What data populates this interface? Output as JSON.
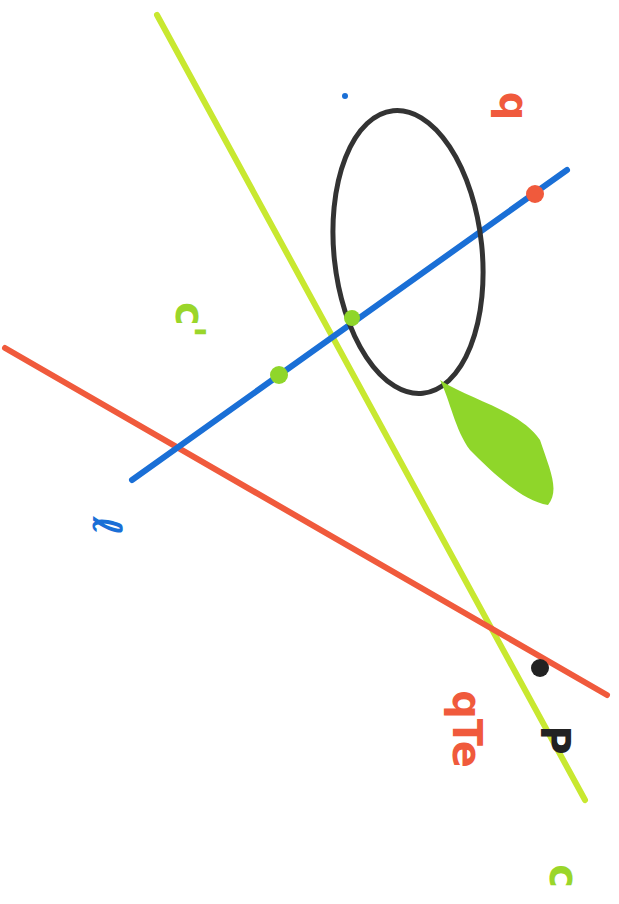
{
  "diagram": {
    "labels": [
      "q",
      "c'",
      "ℓ",
      "qTe",
      "P",
      "c"
    ]
  }
}
